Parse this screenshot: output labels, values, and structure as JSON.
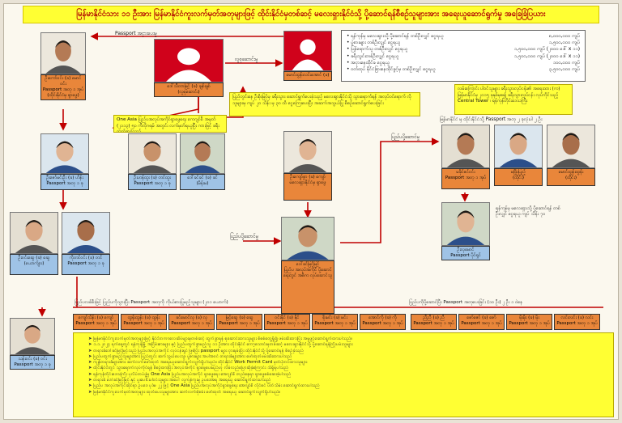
{
  "title": "မြန်မာနိုင်ငံသား ၁၁ ဦးအား မြန်မာနိုင်ငံကူးလက်မှတ်အတုများဖြင့် ထိုင်းနိုင်ငံမှတစ်ဆင့် မလေးရှားနိုင်ငံသို့ ပို့ဆောင်ရန်စီစဉ်သူများအား အရေးယူဆောင်ရွက်မှု အခြေခြံပြယား",
  "colors": {
    "accent_red": "#c00000",
    "person_orange": "#e9863a",
    "person_blue": "#9fc3e6",
    "note_yellow": "#ffff33"
  },
  "arrows": {
    "passport_lent": "Passport အငှားပေးမှု",
    "brokerage": "လူစုဆောင်းမှု",
    "referral": "ပြည်ပပို့ဆောင်မှု",
    "seized": "ပြည်ပပို့ဆောင်မှု"
  },
  "amounts": [
    {
      "label": "ရန်ကုန်မှ မလေးရှားသို့ ပို့ဆောင်ရန် တစ်ဦးလျှင် ငွေရယူ",
      "value": "၈,၀၀၀,၀၀၀ ကျပ်"
    },
    {
      "label": "ပွဲစားများ တစ်ဦးလျှင် ငွေရယူ",
      "value": "၁,၅၀၀,၀၀၀ ကျပ်"
    },
    {
      "label": "ပြန်ရောက်သူ တစ်ဦးလျှင် ငွေရယူ",
      "value": "၁,၅၀၀,၀၀၀ ကျပ် (၂၀၀၀ ဒေါ် x ၁၁)"
    },
    {
      "label": "ခရီးသွင်းတစ်ဦးလျှင် ငွေရယူ",
      "value": "၁,၅၀၀,၀၀၀ ကျပ် (၂၀၀၀ ဒေါ် x ၁၁)"
    },
    {
      "label": "အငှားနေထိုင်ခ ငွေရယူ",
      "value": "၁၀၀,၀၀၀ ကျပ်"
    },
    {
      "label": "ဝတ်ထုပ် နိုင်ငံခြားနေထိုင်ခွင့်မှ တစ်ဦးလျှင် ငွေရယူ",
      "value": "၃,၅၀၀,၀၀၀ ကျပ်"
    }
  ],
  "top_right_note": "လမ်းကြောင်း ပါဝင်သူများ ခရီးသွားလုပ်ငန်း၏ အရေးထား (က) မြန်မာနိုင်ငံမှ ၂၀၁၅ ခုနှစ်မှစ၍ ခရီးသွားလုပ်ငန်း လုပ်ကိုင်သည့် Central Tower ၊ ရန်ကုန်တိုင်းဒေသကြီး",
  "center_note": "ပြည်တွင်းနေ ဦးစိုးမြင့်မှ ခရီးသွား ဆောင်ရွက်ပေးခဲ့သည့် မလေးရှားနိုင်ငံသို့ သွားရောက်ရန် အလုပ်ဝင်ရောက် လိုသူများမှ ကျပ် ၂၀ သိန်း မှ ၃၀ ထိ ငွေကြေးပေးပြီး အဆက်အသွယ်ပြု စီစဉ်ဆောင်ရွက်ပေးခြင်း",
  "one_asia_note": "One Asia ပြည်ပအလုပ်အကိုင်ရှာဖွေရေး ကေဂျင်စီ အမှတ် (၂၁၁၃) ၅၀ ကီလိုဂရမ် အတွင်း လက်မှတ်ရယူပြီး ကားဖြင့် ခရီးထွက်ခွာခဲ့သည်",
  "passport_left_header": "ပြည်ပလစ်စီးဖြင့် ပြည်ပကိုသွားပြီး Passport အတုကို ကိုယ်စားပြုမည့်သူများ (၂၀၁ ယောက်)",
  "passport_right_header": "ပြည်ပကိုပို့ဆောင်ပြီး Passport အတုပေးခြင်း (၁၀ ဦး) ၂ ဦး ၁ ဝဲနေ",
  "right_group_header": "မြန်မာနိုင်ငံ မှ ထိုင်းနိုင်ငံသို့ Passport အတု ၂ ခုလုံးပါ ၂ ဦး",
  "ringleader_note": "ရန်ကုန်မှ မလေးရှားသို့ ပို့ဆောင်ရန် တစ်ဦးလျှင် ငွေရယူ ကျပ် သိန်း ၇၀",
  "people": {
    "p_top_left": {
      "name": "ဦးကော်ဝင်း (ခ) မောင်ဝင်း",
      "info": "Passport အတု ၁ အုပ် (ထိုင်းနိုင်ငံမှ ရှာဖွေ)"
    },
    "p_top_center": {
      "name": "ဒေါ်သီတာမြင့် (ခ) ချစ်ချစ်",
      "info": "(လူစုဆောင်း)"
    },
    "p_top_right": {
      "name": "မောင်ထွန်းလင်းအောင် (ခ)",
      "info": ""
    },
    "p_mid_left": {
      "name": "ဦးဇော်မင်းဦး (ခ) ဟိန်း",
      "info": "Passport အတု ၁ ခု"
    },
    "p_mid_a": {
      "name": "ဦးဟန်ထူး (ခ) တင်ထူး",
      "info": "Passport အတု ၁ ခု"
    },
    "p_mid_b": {
      "name": "ဒေါ်ခင်ခင် (ခ) ခင်",
      "info": "(မိန်းမ)"
    },
    "p_low_1": {
      "name": "ဦးဝင်းဆွေ (ခ) ဆွေ",
      "info": "(ယောက်ျား)"
    },
    "p_low_2": {
      "name": "ကိုတင်ဝင်း (ခ) တင်",
      "info": "Passport အတု ၁ ခု"
    },
    "p_center_top": {
      "name": "ဦးကျော်စွာ (ခ) ကျော်",
      "info": "မလေးရှားနိုင်ငံမှ ရှာဖွေ"
    },
    "p_center_main": {
      "name": "ဒေါ်ခင်မြင့်မြင့်",
      "info": "ပြည်ပ အလုပ်အကိုင် ပို့ဆောင်ရေးတွင် အဓိက လုပ်ဆောင်သူ"
    },
    "p_right_1": {
      "name": "မခိုင်ဇင်ဝင်း",
      "info": "Passport အတု ၁ အုပ်"
    },
    "p_right_2": {
      "name": "မဖြိုးပြည့်",
      "info": "(ထိုင်း)"
    },
    "p_right_3": {
      "name": "မောင်ထွန်းထွန်း",
      "info": "(ထိုင်း)"
    },
    "p_right_low": {
      "name": "ဦးလှမောင်",
      "info": "Passport ပိုင်ရှင်"
    },
    "p_bottom_left": {
      "name": "သန်းဝင်း (ခ) ဝင်း",
      "info": "Passport အတု ၁ ခု"
    }
  },
  "row_boxes": [
    {
      "name": "ကျော်သိန်း (ခ) ကျော်",
      "info": "Passport အတု ၁ အုပ်"
    },
    {
      "name": "ထွန်းထွန်း (ခ) ထွန်း",
      "info": "Passport အတု ၁ အုပ်"
    },
    {
      "name": "ခင်မောင်လှ (ခ) လှ",
      "info": "Passport အတု ၁ အုပ်"
    },
    {
      "name": "မြင့်ဆွေ (ခ) ဆွေ",
      "info": "Passport အတု ၁ အုပ်"
    },
    {
      "name": "ဝင်းနိုင် (ခ) နိုင်",
      "info": "Passport အတု ၁ အုပ်"
    },
    {
      "name": "စိုးမင်း (ခ) မင်း",
      "info": "Passport အတု ၁ အုပ်"
    },
    {
      "name": "အောင်ကို (ခ) ကို",
      "info": "Passport အတု ၁ အုပ်"
    },
    {
      "name": "ညီညီ (ခ) ညီ",
      "info": "Passport အတု ၁ အုပ်"
    },
    {
      "name": "ဇော်ဇော် (ခ) ဇော်",
      "info": "Passport အတု ၁ အုပ်"
    },
    {
      "name": "မိုးမိုး (ခ) မိုး",
      "info": "Passport အတု ၁ အုပ်"
    },
    {
      "name": "လင်းလင်း (ခ) လင်း",
      "info": "Passport အတု ၁ အုပ်"
    }
  ],
  "bottom_notes": [
    "မြန်မာနိုင်ငံကူးလက်မှတ်အတုများဖြင့် နိုင်ငံတကာလေဆိပ်များမှတစ်ဆင့် ထွက်ခွာရန် စုဆောင်းထားသူများ စိစစ်တွေ့ရှိ၍ ဖမ်းဆီးထားပြီး အမှုဖွင့်ဆောင်ရွက်ထားပါသည်။",
    "၁.၁.၂၀၂၄ ရက်နေ့တွင် ရန်ကုန်မြို့ အငြိမ်းစားများ နှင့် ပြည်ပထွက်ခွာမည့်သူ ၁၁ ဦးအား ထိုင်းနိုင်ငံ ကော့သောင်းမှတစ်ဆင့် မလေးရှားနိုင်ငံသို့ ပို့ဆောင်ရန်ကြိုးပမ်းသူများ",
    "တရားခံဒေါ်ခင်မြင့်မြင့်သည် ပြည်ပအလုပ်အကိုင် လုပ်ငန်းရှင် ဖြစ်ပြီး passport များ ငှားရမ်းပြီး ထိုင်းနိုင်ငံသို့ ပို့ဆောင်ရန် စီစဉ်ခဲ့သည်",
    "ပြည်ပထွက်ခွာမည့်သူများအား ပြည်တွင်း ဆက်သွယ်ပေးသူ၊ ပွဲစားများ အပါအဝင် တရားခံများအား ဖော်ထုတ်ဖမ်းဆီးထားပါသည်",
    "ကျန်တရားခံများအား ဆက်လက်ဖော်ထုတ် အရေးယူဆောင်ရွက်လျက်ရှိပါသည်။ ထိုင်းနိုင်ငံ Work Permit Card မှတ်ပုံတင်ထားသူများ",
    "ထိုင်းနိုင်ငံတွင် သွားရောက်လုပ်ကိုင်ရန် စီစဉ်ထားပြီး အလုပ်အကိုင် ရှာဖွေပေးမည်ဟု လိမ်လည်ပြောဆိုခဲ့ကြောင်း သိရှိရပါသည်",
    "ရန်ကုန်တိုင်းဒေသကြီး ပုလိပ်တပ်ဖွဲ့မှ One Asia ပြည်ပအလုပ်အကိုင် ရှာဖွေရေး အေဂျင်စီ တည်နေရာ ရှာဖွေစစ်ဆေးခဲ့ပါသည်",
    "တရားခံ ဒေါ်ခင်မြင့်မြင့် နှင့် ပူးပေါင်းပါဝင်သူများ အပေါ် လူကုန်ကူးမှု ဥပဒေအရ အရေးယူ ဆောင်ရွက်ထားပါသည်",
    "ပြည်ပ အလုပ်အကိုင်ဆိုင်ရာ ဥပဒေ ပုဒ်မ ၂၂ ဖြင့် One Asia ပြည်ပအလုပ်အကိုင်ရှာဖွေရေး အေဂျင်စီ လိုင်စင် ပိတ်သိမ်း ဆောင်ရွက်ထားပါသည်",
    "မြန်မာနိုင်ငံကူးလက်မှတ်အတုများ ထုတ်ပေးသူများအား ဆက်လက်စုံစမ်း ဖော်ထုတ် အရေးယူ ဆောင်ရွက်လျက်ရှိပါသည်။"
  ]
}
